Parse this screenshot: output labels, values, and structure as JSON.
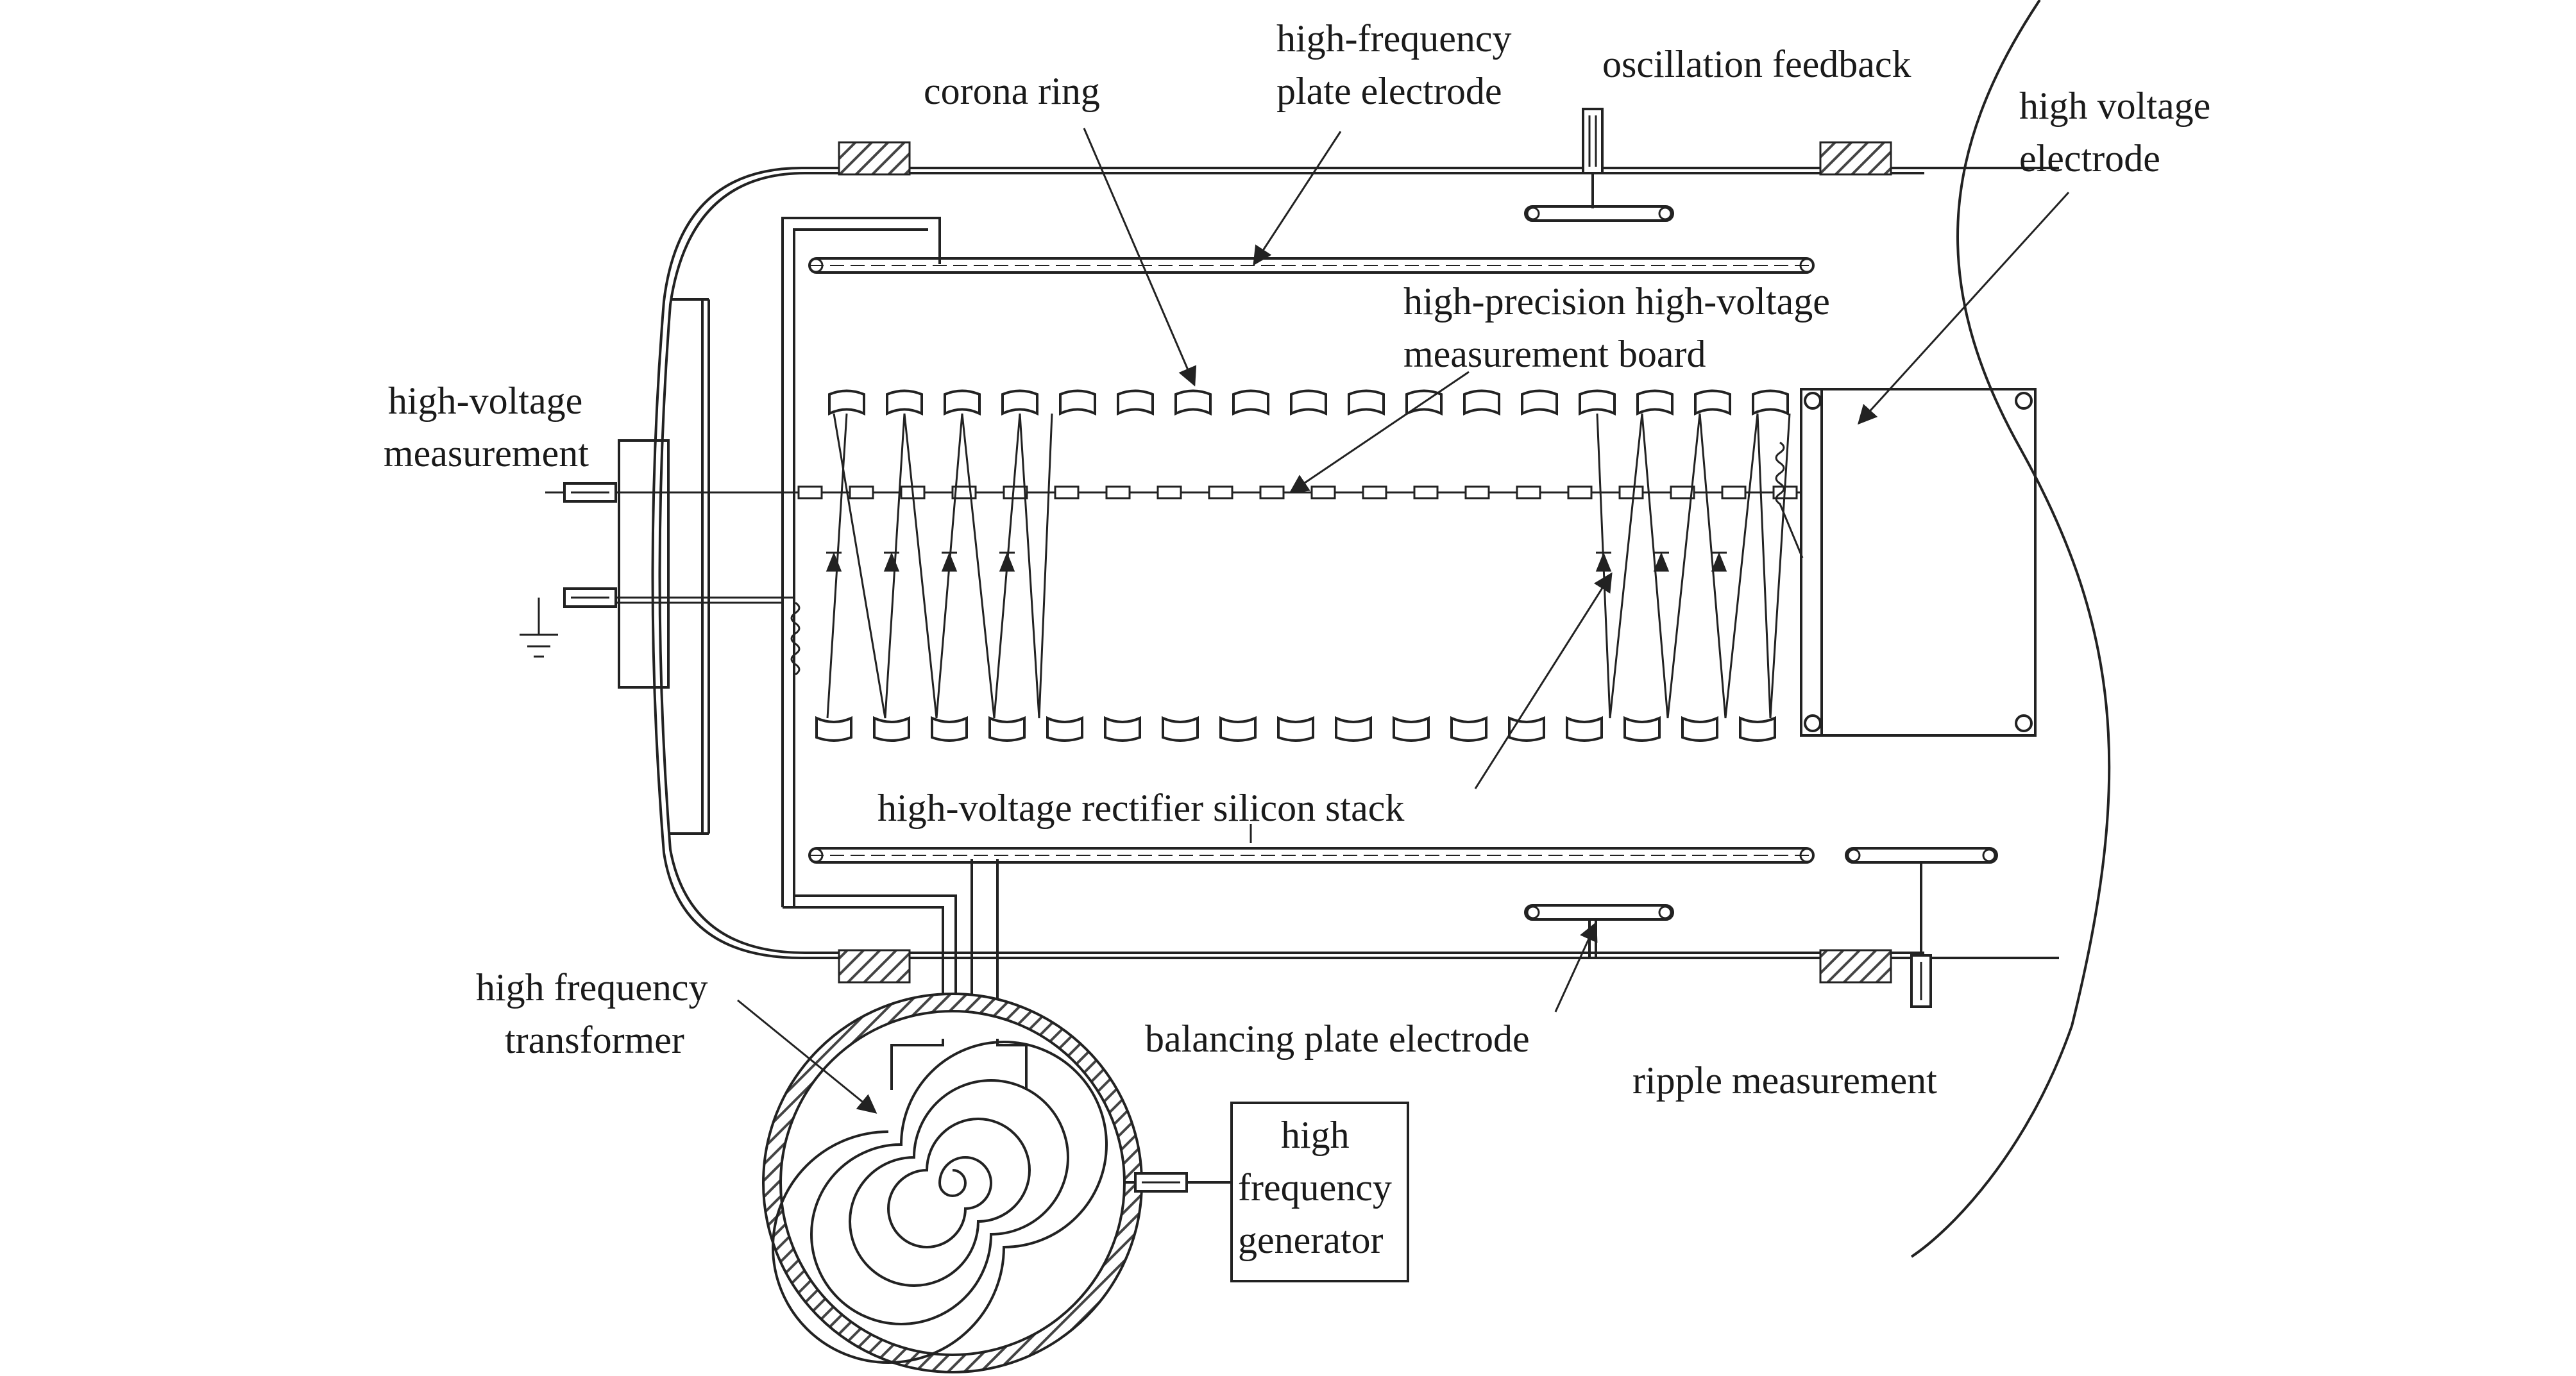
{
  "labels": {
    "corona_ring": "corona ring",
    "hf_plate_line1": "high-frequency",
    "hf_plate_line2": "plate electrode",
    "osc_feedback": "oscillation feedback",
    "hv_electrode_line1": "high voltage",
    "hv_electrode_line2": "electrode",
    "hp_board_line1": "high-precision high-voltage",
    "hp_board_line2": "measurement board",
    "hv_meas_line1": "high-voltage",
    "hv_meas_line2": "measurement",
    "rectifier_stack": "high-voltage rectifier silicon stack",
    "hf_transformer_line1": "high frequency",
    "hf_transformer_line2": "transformer",
    "balancing_plate": "balancing plate electrode",
    "ripple_meas": "ripple measurement",
    "hf_gen_line1": "high",
    "hf_gen_line2": "frequency",
    "hf_gen_line3": "generator"
  },
  "colors": {
    "stroke": "#222222",
    "hatch": "#444444",
    "background": "#ffffff"
  },
  "icons": {
    "ground": "ground-symbol-icon",
    "diode": "diode-icon",
    "connector": "connector-plug-icon"
  }
}
